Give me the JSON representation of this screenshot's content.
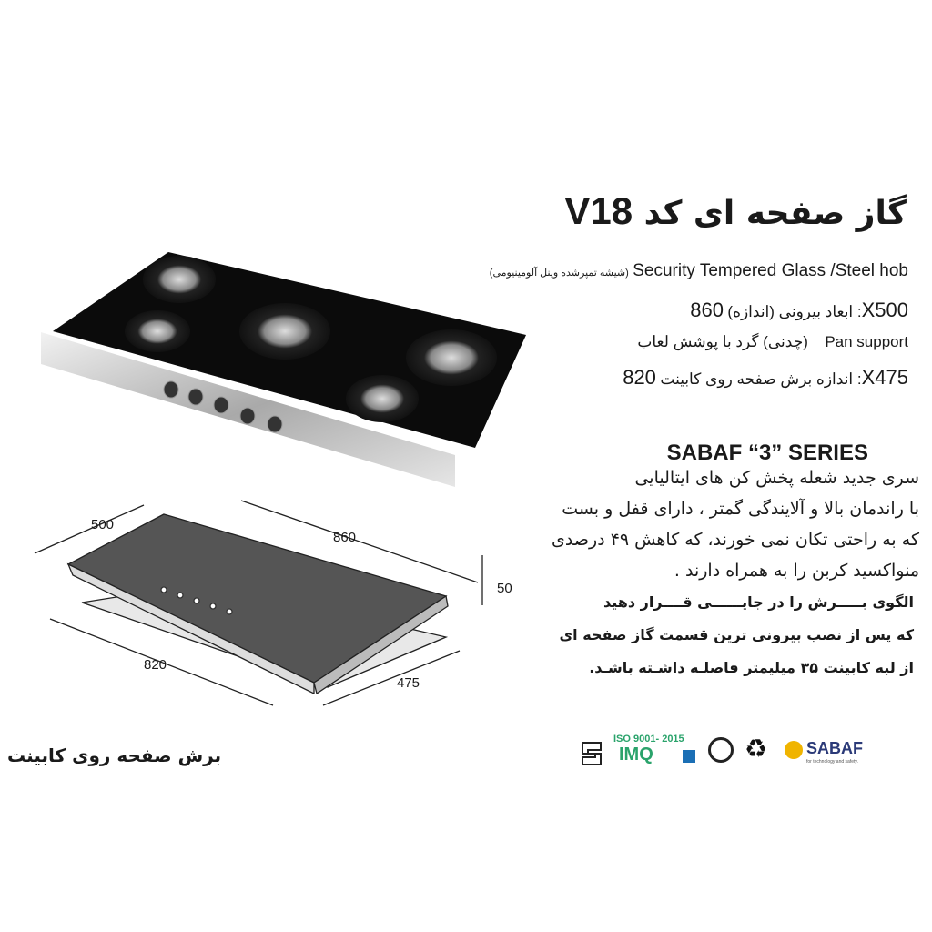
{
  "title": {
    "prefix": "گاز صفحه ای کد",
    "code": "V18"
  },
  "specs": [
    {
      "en": "Security Tempered Glass /Steel hob",
      "fa": "(شیشه تمپرشده وپنل آلومینیومی)"
    },
    {
      "en": "860X500",
      "fa": ": ابعاد بیرونی (اندازه)"
    },
    {
      "en": "Pan support",
      "fa": "(چدنی) گرد با پوشش لعاب"
    },
    {
      "en": "820X475",
      "fa": ": اندازه برش صفحه روی کابینت"
    }
  ],
  "series_title": "SABAF  “3” SERIES",
  "description": [
    "سری جدید شعله پخش کن های ایتالیایی",
    "با راندمان بالا و آلایندگی گمتر ، دارای قفل و بست",
    "که به راحتی تکان نمی خورند، که کاهش  ۴۹ درصدی",
    "منواکسید کربن را به همراه دارند ."
  ],
  "install_note": [
    "الگوی بـــــرش را در جایــــــی قــــرار دهید",
    "که پس از نصب بیرونی ترین قسمت گاز صفحه ای",
    "از لبه کابینت ۳۵ میلیمتر فاصلـه داشـته باشـد."
  ],
  "diagram": {
    "width": "860",
    "depth": "500",
    "height": "50",
    "cut_width": "820",
    "cut_depth": "475"
  },
  "cut_caption": "برش صفحه روی کابینت",
  "logos": {
    "iso": "ISO 9001- 2015",
    "imq": "IMQ",
    "sabaf": "SABAF",
    "sabaf_tagline": "for technology and safety."
  },
  "colors": {
    "glass": "#0b0b0b",
    "steel": "#c8c8c8",
    "iso_green": "#2aa36b",
    "sabaf_blue": "#2b3a78",
    "sabaf_yellow": "#f0b400"
  }
}
